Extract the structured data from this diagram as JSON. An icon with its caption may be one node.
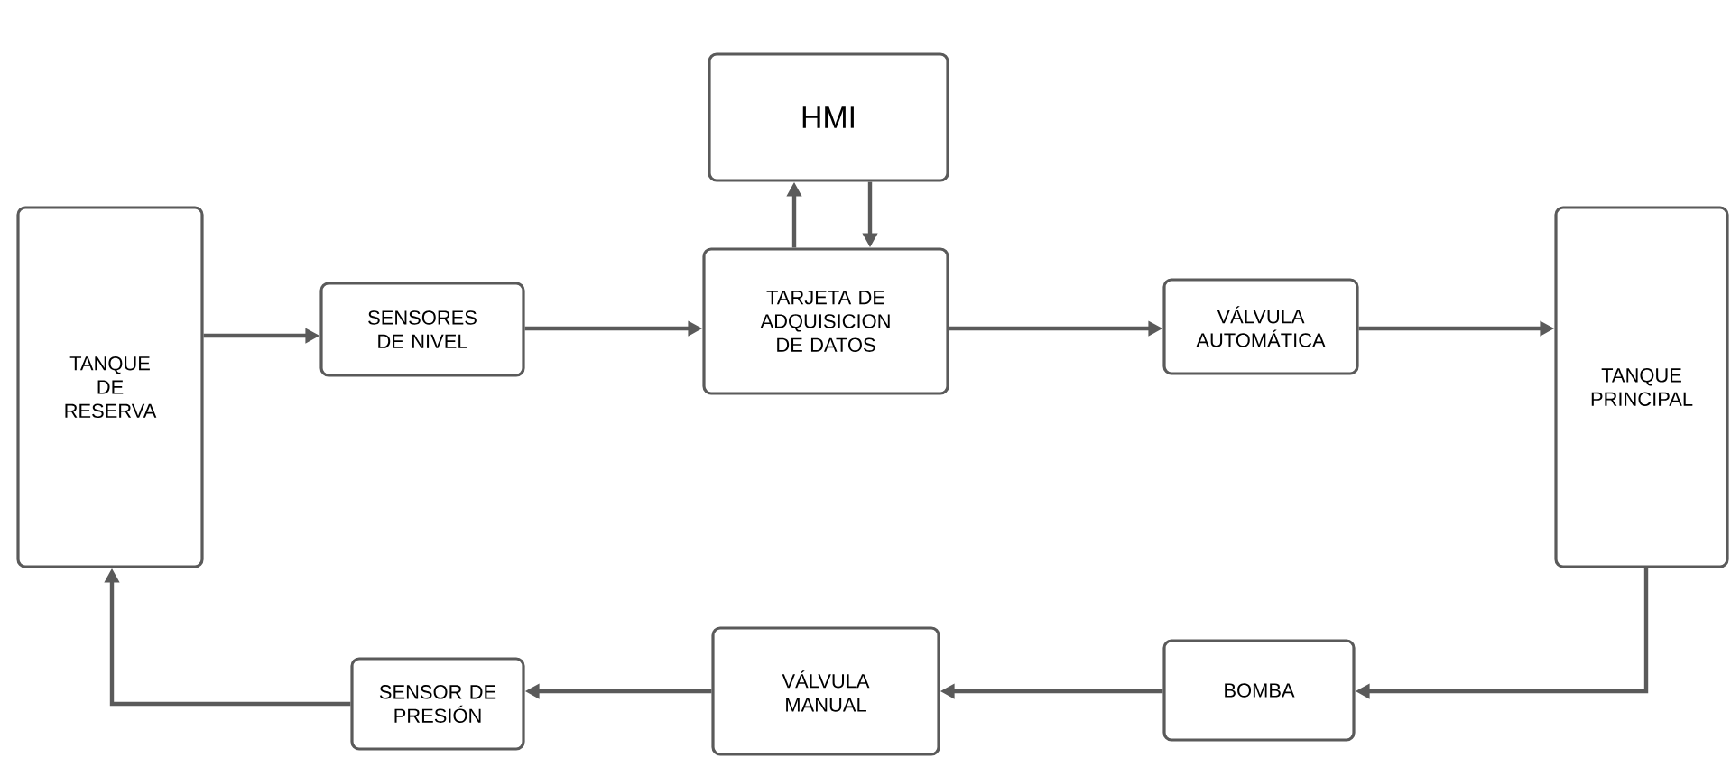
{
  "diagram": {
    "nodes": [
      {
        "text": [
          "TANQUE DE RESERVA"
        ]
      },
      {
        "text": [
          "SENSORES DE NIVEL"
        ]
      },
      {
        "text": [
          "TARJETA DE ADQUISICION DE DATOS"
        ]
      },
      {
        "text": [
          "HMI"
        ]
      },
      {
        "text": [
          "VÁLVULA AUTOMÁTICA"
        ]
      },
      {
        "text": [
          "TANQUE PRINCIPAL"
        ]
      },
      {
        "text": [
          "BOMBA"
        ]
      },
      {
        "text": [
          "VÁLVULA MANUAL"
        ]
      },
      {
        "text": [
          "SENSOR DE PRESIÓN"
        ]
      }
    ],
    "edges": [
      {
        "from": 0,
        "to": 1,
        "arrow": "to"
      },
      {
        "from": 1,
        "to": 2,
        "arrow": "to"
      },
      {
        "from": 2,
        "to": 3,
        "arrow": "to"
      },
      {
        "from": 3,
        "to": 2,
        "arrow": "to"
      },
      {
        "from": 2,
        "to": 4,
        "arrow": "to"
      },
      {
        "from": 4,
        "to": 5,
        "arrow": "to"
      },
      {
        "from": 5,
        "to": 6,
        "arrow": "to"
      },
      {
        "from": 6,
        "to": 7,
        "arrow": "to"
      },
      {
        "from": 7,
        "to": 8,
        "arrow": "to"
      },
      {
        "from": 8,
        "to": 0,
        "arrow": "to"
      }
    ]
  }
}
